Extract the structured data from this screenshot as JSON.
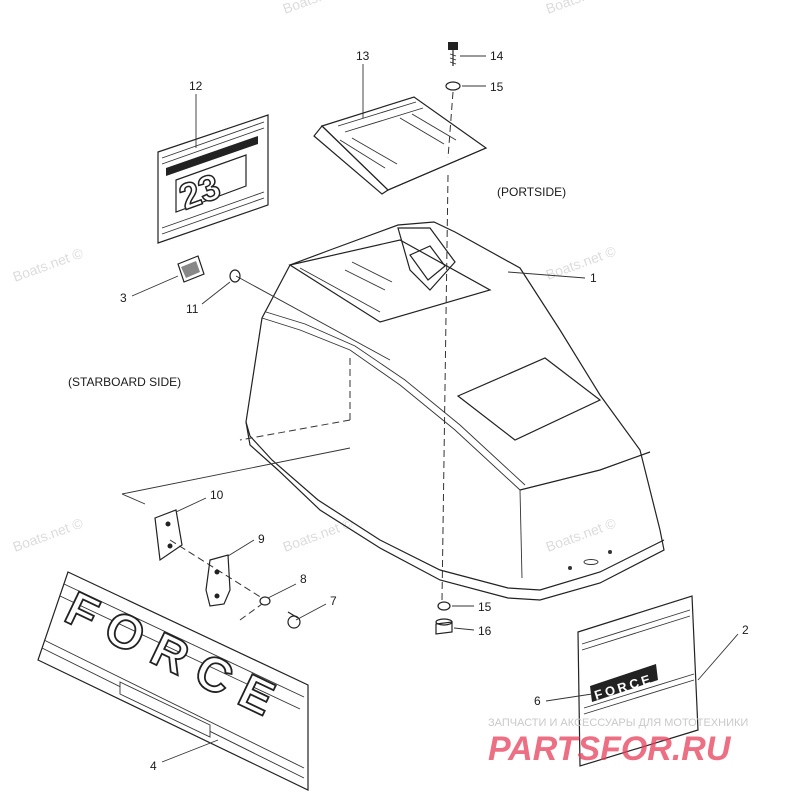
{
  "side_labels": {
    "portside": "(PORTSIDE)",
    "starboard": "(STARBOARD SIDE)"
  },
  "callouts": [
    {
      "id": "c1",
      "text": "1"
    },
    {
      "id": "c2",
      "text": "2"
    },
    {
      "id": "c3",
      "text": "3"
    },
    {
      "id": "c4",
      "text": "4"
    },
    {
      "id": "c6",
      "text": "6"
    },
    {
      "id": "c7",
      "text": "7"
    },
    {
      "id": "c8",
      "text": "8"
    },
    {
      "id": "c9",
      "text": "9"
    },
    {
      "id": "c10",
      "text": "10"
    },
    {
      "id": "c11",
      "text": "11"
    },
    {
      "id": "c12",
      "text": "12"
    },
    {
      "id": "c13",
      "text": "13"
    },
    {
      "id": "c14",
      "text": "14"
    },
    {
      "id": "c15a",
      "text": "15"
    },
    {
      "id": "c15b",
      "text": "15"
    },
    {
      "id": "c16",
      "text": "16"
    }
  ],
  "decal_text": {
    "large": "FORCE",
    "small": "FORCE",
    "number": "23"
  },
  "watermark": "Boats.net ©",
  "footer": {
    "tagline": "ЗАПЧАСТИ И АКСЕССУАРЫ ДЛЯ МОТОТЕХНИКИ",
    "brand": "PARTSFOR.RU",
    "brand_color": "#e8405a"
  }
}
